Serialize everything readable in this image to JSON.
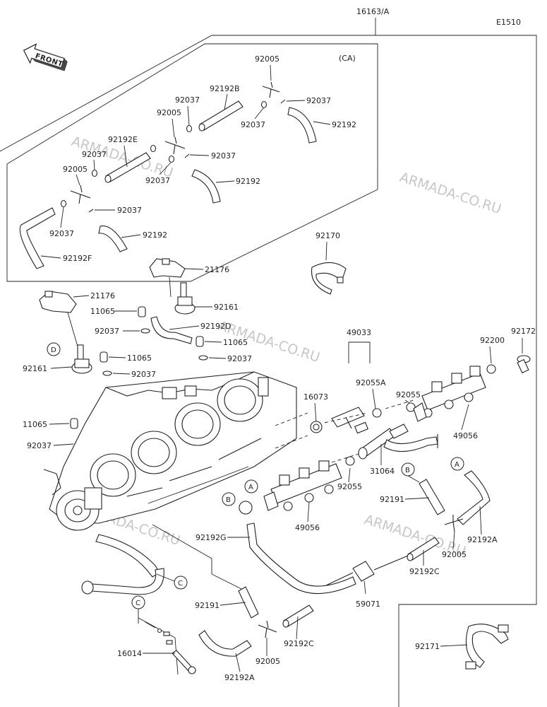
{
  "diagram_code": "E1510",
  "assembly_ref": "16163/A",
  "front_label": "FRONT",
  "region_label": "(CA)",
  "watermark": "ARMADA-CO.RU",
  "ref_letters": {
    "a": "A",
    "b": "B",
    "c": "C",
    "d": "D"
  },
  "callouts": {
    "92005_a": "92005",
    "92192B": "92192B",
    "92037_a": "92037",
    "92037_b": "92037",
    "92037_c": "92037",
    "92192_a": "92192",
    "92005_b": "92005",
    "92192E": "92192E",
    "92037_d": "92037",
    "92037_e": "92037",
    "92037_f": "92037",
    "92005_c": "92005",
    "92192_b": "92192",
    "92037_g": "92037",
    "92037_h": "92037",
    "92192_c": "92192",
    "92192F": "92192F",
    "92170": "92170",
    "21176_a": "21176",
    "21176_b": "21176",
    "92161_a": "92161",
    "11065_a": "11065",
    "92192D": "92192D",
    "92037_i": "92037",
    "11065_b": "11065",
    "92037_j": "92037",
    "11065_c": "11065",
    "92037_k": "92037",
    "92161_b": "92161",
    "11065_d": "11065",
    "92037_l": "92037",
    "49033": "49033",
    "92055A": "92055A",
    "92055_a": "92055",
    "16073": "16073",
    "92200": "92200",
    "92172": "92172",
    "49056_a": "49056",
    "31064": "31064",
    "92055_b": "92055",
    "49056_b": "49056",
    "92191_a": "92191",
    "92192A_a": "92192A",
    "92005_d": "92005",
    "92192G": "92192G",
    "92192C_a": "92192C",
    "59071": "59071",
    "92191_b": "92191",
    "92192C_b": "92192C",
    "92005_e": "92005",
    "92192A_b": "92192A",
    "16014": "16014",
    "92171": "92171"
  }
}
